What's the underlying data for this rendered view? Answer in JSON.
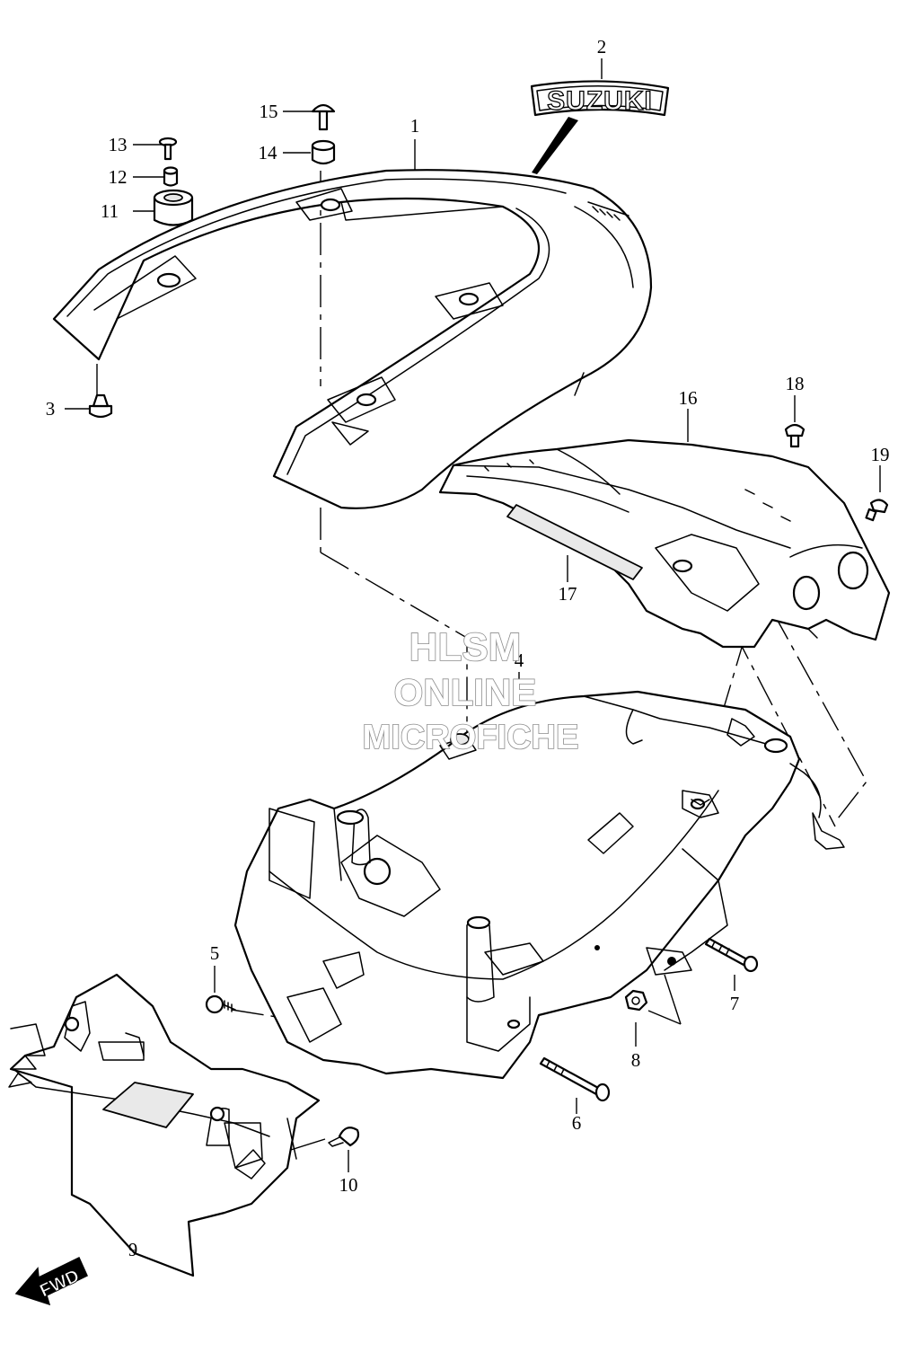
{
  "callouts": [
    {
      "id": "c1",
      "text": "1"
    },
    {
      "id": "c2",
      "text": "2"
    },
    {
      "id": "c3",
      "text": "3"
    },
    {
      "id": "c4",
      "text": "4"
    },
    {
      "id": "c5",
      "text": "5"
    },
    {
      "id": "c6",
      "text": "6"
    },
    {
      "id": "c7",
      "text": "7"
    },
    {
      "id": "c8",
      "text": "8"
    },
    {
      "id": "c9",
      "text": "9"
    },
    {
      "id": "c10",
      "text": "10"
    },
    {
      "id": "c11",
      "text": "11"
    },
    {
      "id": "c12",
      "text": "12"
    },
    {
      "id": "c13",
      "text": "13"
    },
    {
      "id": "c14",
      "text": "14"
    },
    {
      "id": "c15",
      "text": "15"
    },
    {
      "id": "c16",
      "text": "16"
    },
    {
      "id": "c17",
      "text": "17"
    },
    {
      "id": "c18",
      "text": "18"
    },
    {
      "id": "c19",
      "text": "19"
    }
  ],
  "emblem": {
    "text": "SUZUKI"
  },
  "direction_arrow": {
    "text": "FWD"
  },
  "watermark": {
    "line1": "HLSM",
    "line2": "ONLINE",
    "line3": "MICROFICHE"
  },
  "colors": {
    "line": "#000000",
    "background": "#ffffff",
    "shade": "#e9e9e9",
    "watermark_stroke": "#8c8c8c"
  }
}
